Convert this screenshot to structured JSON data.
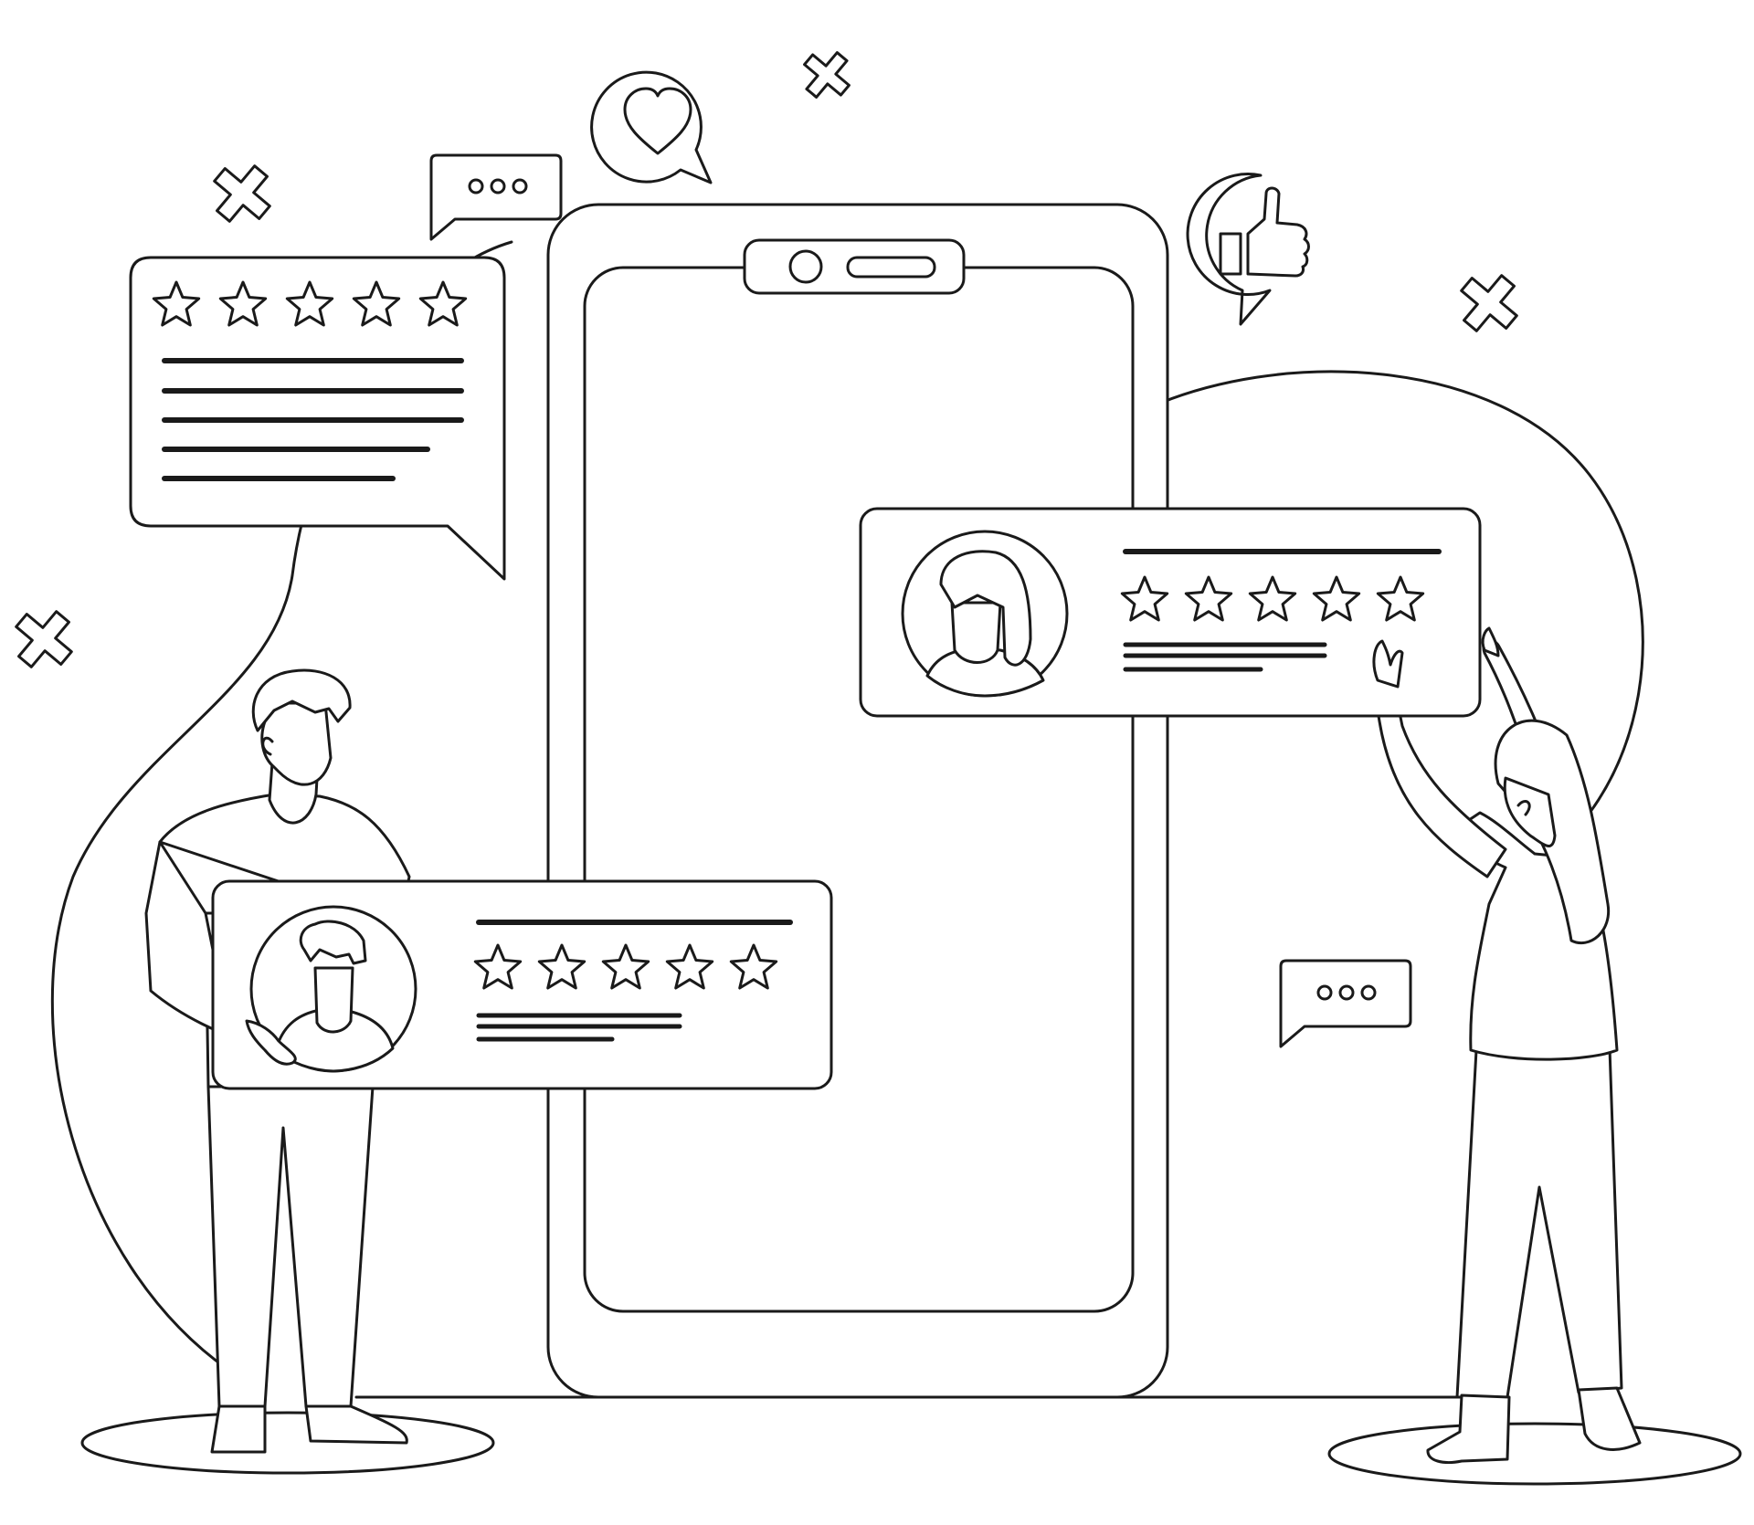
{
  "illustration": {
    "style": "black line art on white background",
    "colors": {
      "line": "#1a1a1a",
      "background": "#ffffff"
    }
  },
  "review_cards": [
    {
      "id": "top-left-review-bubble",
      "rating": 5,
      "max_rating": 5,
      "avatar": "none"
    },
    {
      "id": "right-review-card",
      "rating": 5,
      "max_rating": 5,
      "avatar": "woman"
    },
    {
      "id": "bottom-review-card",
      "rating": 5,
      "max_rating": 5,
      "avatar": "man"
    }
  ],
  "icons": [
    "heart-icon",
    "thumbs-up-icon",
    "typing-dots-icon",
    "sparkle-cross-icon"
  ]
}
